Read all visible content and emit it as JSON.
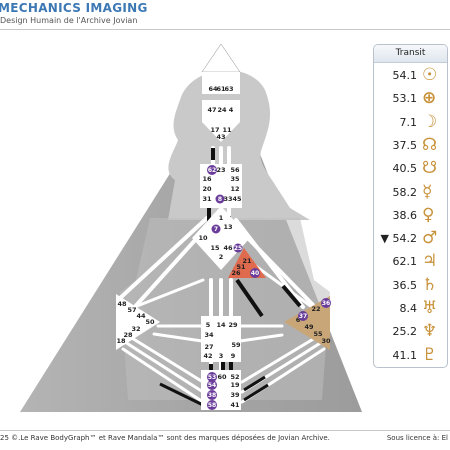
{
  "header": {
    "brand": "MECHANICS IMAGING",
    "subtitle": "Design Humain de l'Archive Jovian"
  },
  "colors": {
    "brand": "#3c78b4",
    "planet_glyph": "#c8923a",
    "gate_marker": "#6a3d9a",
    "activated_center_red": "#e06a4e",
    "activated_center_tan": "#c9a678"
  },
  "centers": {
    "head": [
      "64",
      "61",
      "63"
    ],
    "ajna": [
      "47",
      "24",
      "4",
      "17",
      "11",
      "43"
    ],
    "throat": [
      "62",
      "23",
      "56",
      "16",
      "35",
      "20",
      "12",
      "31",
      "8",
      "33",
      "45"
    ],
    "g": [
      "1",
      "7",
      "13",
      "10",
      "25",
      "15",
      "46",
      "2"
    ],
    "ego": [
      "21",
      "51",
      "26",
      "40"
    ],
    "spleen": [
      "48",
      "57",
      "44",
      "50",
      "32",
      "28",
      "18"
    ],
    "sacral": [
      "5",
      "14",
      "29",
      "34",
      "59",
      "27",
      "42",
      "3",
      "9"
    ],
    "solar_plexus": [
      "36",
      "22",
      "37",
      "6",
      "49",
      "55",
      "30"
    ],
    "root": [
      "53",
      "60",
      "52",
      "54",
      "19",
      "38",
      "39",
      "58",
      "41"
    ]
  },
  "transit": {
    "title": "Transit",
    "rows": [
      {
        "value": "54.1",
        "icon": "sun-icon",
        "glyph": "☉"
      },
      {
        "value": "53.1",
        "icon": "earth-icon",
        "glyph": "⊕"
      },
      {
        "value": "7.1",
        "icon": "moon-icon",
        "glyph": "☽"
      },
      {
        "value": "37.5",
        "icon": "north-node-icon",
        "glyph": "☊"
      },
      {
        "value": "40.5",
        "icon": "south-node-icon",
        "glyph": "☋"
      },
      {
        "value": "58.2",
        "icon": "mercury-icon",
        "glyph": "☿"
      },
      {
        "value": "38.6",
        "icon": "venus-icon",
        "glyph": "♀"
      },
      {
        "value": "▼ 54.2",
        "icon": "mars-icon",
        "glyph": "♂"
      },
      {
        "value": "62.1",
        "icon": "jupiter-icon",
        "glyph": "♃"
      },
      {
        "value": "36.5",
        "icon": "saturn-icon",
        "glyph": "♄"
      },
      {
        "value": "8.4",
        "icon": "uranus-icon",
        "glyph": "♅"
      },
      {
        "value": "25.2",
        "icon": "neptune-icon",
        "glyph": "♆"
      },
      {
        "value": "41.1",
        "icon": "pluto-icon",
        "glyph": "♇"
      }
    ]
  },
  "footer": {
    "left": "25 ©.Le Rave BodyGraph™ et Rave Mandala™ sont des marques déposées de Jovian Archive.",
    "right": "Sous licence à: El"
  }
}
